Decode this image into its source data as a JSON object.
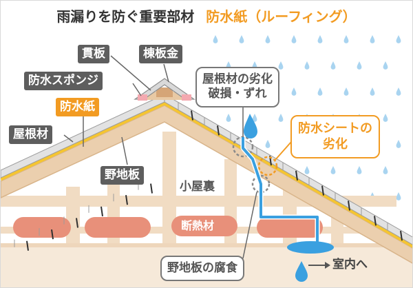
{
  "title": {
    "main": "雨漏りを防ぐ重要部材",
    "accent": "防水紙（ルーフィング）"
  },
  "labels": {
    "nukiita": "貫板",
    "munaitakin": "棟板金",
    "bousui_sponge": "防水スポンジ",
    "bousuishi": "防水紙",
    "yanezai": "屋根材",
    "nojiita": "野地板",
    "koyaura": "小屋裏",
    "dannetsuzai": "断熱材",
    "yanezai_damage_line1": "屋根材の劣化",
    "yanezai_damage_line2": "破損・ずれ",
    "sheet_damage_line1": "防水シートの",
    "sheet_damage_line2": "劣化",
    "nojiita_fushoku": "野地板の腐食",
    "shitsunai": "室内へ"
  },
  "colors": {
    "accent": "#f29b22",
    "dark_tag": "#5e5e5e",
    "water": "#3aa0e0",
    "wood": "#f1dcc3",
    "insulation": "#e8907a",
    "roof_tile": "#dcdcdc"
  }
}
